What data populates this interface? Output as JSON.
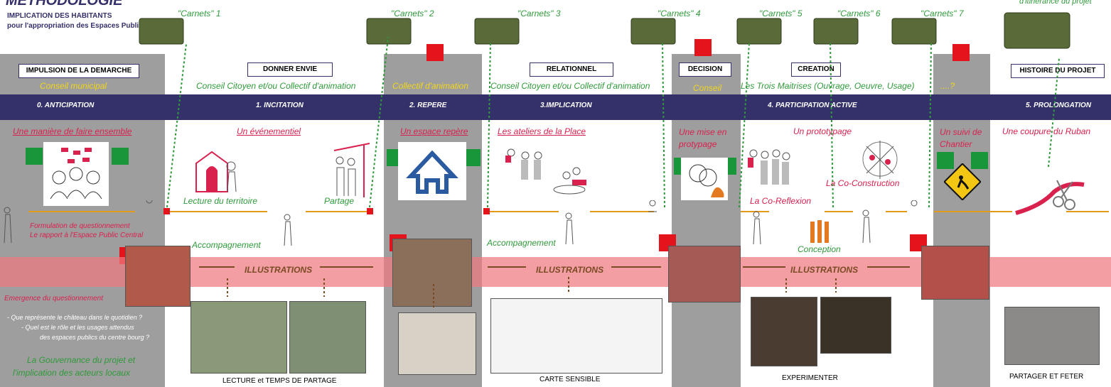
{
  "header": {
    "title": "METHODOLOGIE",
    "subtitle_line1": "IMPLICATION DES HABITANTS",
    "subtitle_line2": "pour l'appropriation des Espaces Publics",
    "corner_note": "d'itinérance du projet"
  },
  "carnets": [
    "\"Carnets\" 1",
    "\"Carnets\" 2",
    "\"Carnets\" 3",
    "\"Carnets\" 4",
    "\"Carnets\" 5",
    "\"Carnets\" 6",
    "\"Carnets\" 7"
  ],
  "boxes": {
    "impulsion": "IMPULSION DE LA DEMARCHE",
    "envie": "DONNER ENVIE",
    "relationnel": "RELATIONNEL",
    "decision": "DECISION",
    "creation": "CREATION",
    "histoire": "HISTOIRE DU PROJET"
  },
  "actors": {
    "conseil_municipal": "Conseil municipal",
    "conseil_citoyen_1": "Conseil Citoyen et/ou Collectif d'animation",
    "collectif": "Collectif d'animation",
    "conseil_citoyen_2": "Conseil Citoyen et/ou Collectif d'animation",
    "conseil_municipal_2": "Conseil municipal",
    "trois_maitrises": "Les Trois Maitrises  (Ouvrage, Oeuvre, Usage)",
    "question": "....?"
  },
  "phases": [
    "0. ANTICIPATION",
    "1. INCITATION",
    "2. REPERE",
    "3.IMPLICATION",
    "4. PARTICIPATION ACTIVE",
    "5. PROLONGATION"
  ],
  "actions": {
    "a0": "Une manière de faire ensemble",
    "a1": "Un événementiel",
    "a2": "Un espace repère",
    "a3": "Les ateliers de la Place",
    "a4": "Une mise en protypage",
    "a5": "Un prototypage",
    "a6": "Un suivi de Chantier",
    "a7": "Une coupure du Ruban"
  },
  "timeline_labels": {
    "lecture": "Lecture du territoire",
    "partage": "Partage",
    "coconstruction": "La Co-Construction",
    "coreflexion": "La Co-Reflexion",
    "accompagnement1": "Accompagnement",
    "accompagnement2": "Accompagnement",
    "conception": "Conception"
  },
  "questions": {
    "formulation": "Formulation de questionnement",
    "rapport": "Le rapport à l'Espace Public Central",
    "emergence": "Emergence du questionnement",
    "q1": "-  Que représente le château dans le quotidien ?",
    "q2": "-  Quel est le rôle et les usages attendus",
    "q3": "des espaces publics du centre bourg ?",
    "gouvernance1": "La Gouvernance du projet et",
    "gouvernance2": "l'implication des acteurs locaux"
  },
  "illustrations": "ILLUSTRATIONS",
  "captions": {
    "lecture": "LECTURE et TEMPS DE PARTAGE",
    "carte": "CARTE SENSIBLE",
    "experimenter": "EXPERIMENTER",
    "partager": "PARTAGER ET FETER"
  },
  "colors": {
    "band": "#33306a",
    "gray_column": "#9e9e9e",
    "illustration_band": "#ee7880",
    "green_text": "#2f9a3a",
    "yellow_text": "#f2d61a",
    "pink_text": "#d9214e",
    "timeline": "#e39a1a",
    "red_square": "#e4141c",
    "green_square": "#19953a"
  }
}
